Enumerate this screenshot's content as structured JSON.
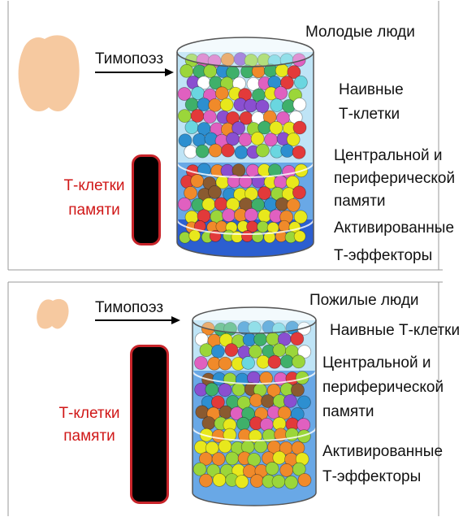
{
  "top": {
    "title": "Молодые люди",
    "thymopoiesis": "Тимопоэз",
    "naive_line1": "Наивные",
    "naive_line2": "Т-клетки",
    "memory_line1": "Центральной и",
    "memory_line2": "периферической",
    "memory_line3": "памяти",
    "effectors_line1": "Активированные",
    "effectors_line2": "Т-эффекторы",
    "memory_cells_line1": "Т-клетки",
    "memory_cells_line2": "памяти"
  },
  "bottom": {
    "title": "Пожилые люди",
    "thymopoiesis": "Тимопоэз",
    "naive": "Наивные Т-клетки",
    "memory_line1": "Центральной и",
    "memory_line2": "периферической",
    "memory_line3": "памяти",
    "effectors_line1": "Активированные",
    "effectors_line2": "Т-эффекторы",
    "memory_cells_line1": "Т-клетки",
    "memory_cells_line2": "памяти"
  },
  "colors": {
    "thymus": "#f6c9a0",
    "cylinder_light": "#bfe4f6",
    "cylinder_mid": "#69a8e6",
    "cylinder_dark": "#2c5fd0",
    "memory_border": "#c8242a",
    "label_red": "#d01818",
    "cell_palette": [
      "#e8e81c",
      "#9bd63a",
      "#3fb06a",
      "#2d8fd0",
      "#8a4fd0",
      "#e060c0",
      "#e23a3a",
      "#f08a2a",
      "#ffffff",
      "#6ad6e0",
      "#8a5a30"
    ]
  }
}
